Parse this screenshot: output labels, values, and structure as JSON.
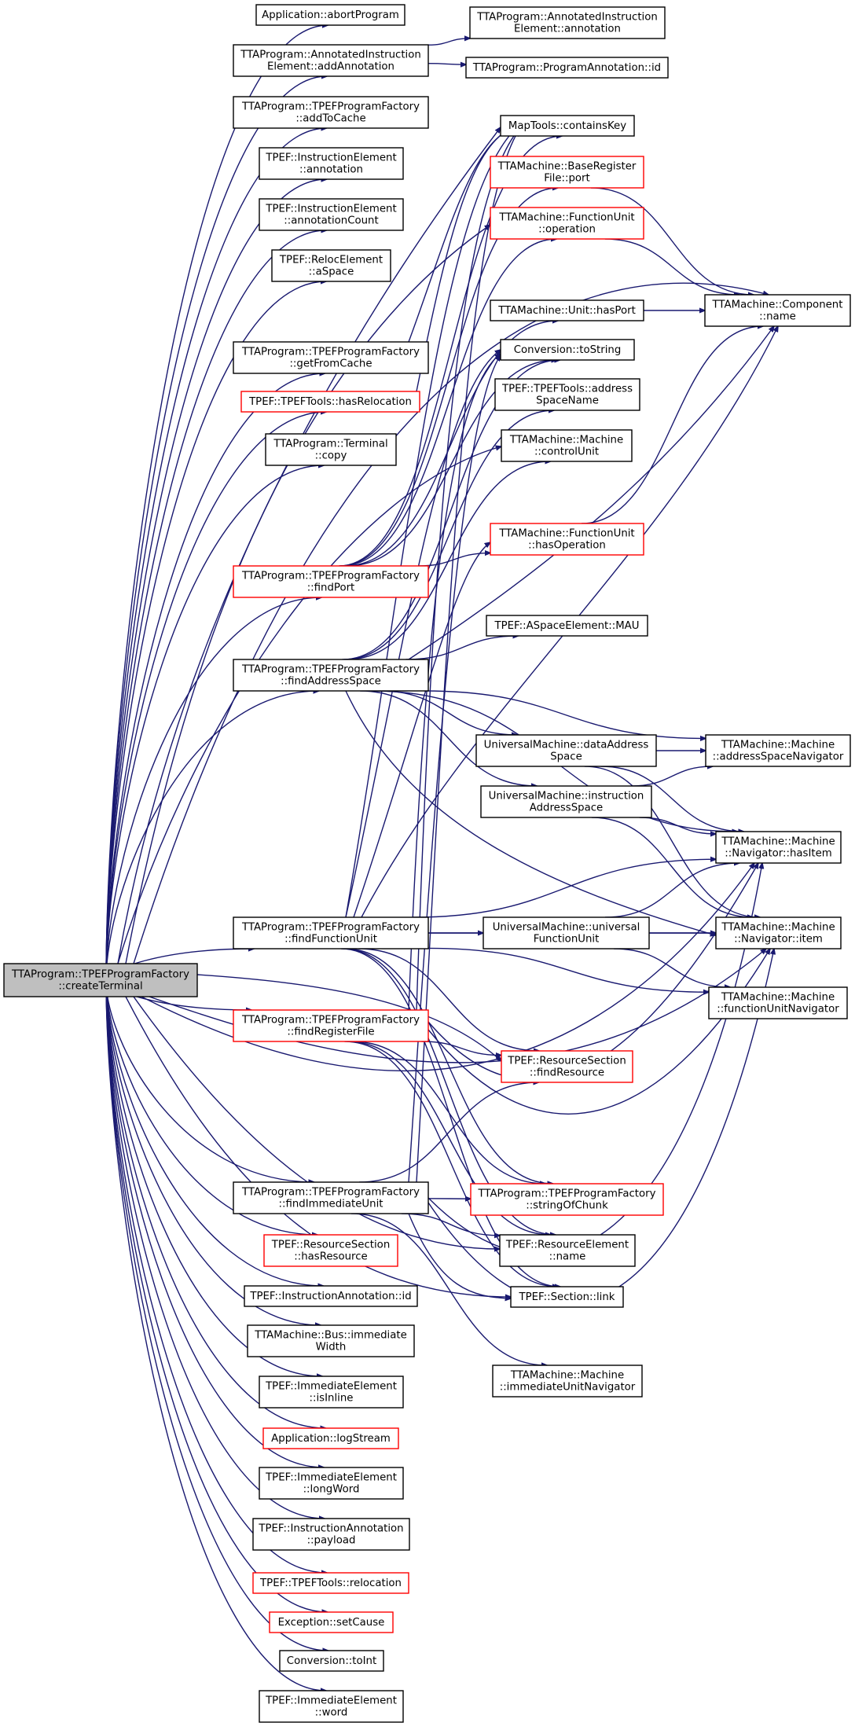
{
  "root": {
    "id": "root",
    "lines": [
      "TTAProgram::TPEFProgramFactory",
      "::createTerminal"
    ]
  },
  "nodes": [
    {
      "id": "abortProgram",
      "lines": [
        "Application::abortProgram"
      ],
      "red": false
    },
    {
      "id": "addAnnotation",
      "lines": [
        "TTAProgram::AnnotatedInstruction",
        "Element::addAnnotation"
      ],
      "red": false
    },
    {
      "id": "annotationElem",
      "lines": [
        "TTAProgram::AnnotatedInstruction",
        "Element::annotation"
      ],
      "red": false
    },
    {
      "id": "progAnnId",
      "lines": [
        "TTAProgram::ProgramAnnotation::id"
      ],
      "red": false
    },
    {
      "id": "addToCache",
      "lines": [
        "TTAProgram::TPEFProgramFactory",
        "::addToCache"
      ],
      "red": false
    },
    {
      "id": "ieAnnotation",
      "lines": [
        "TPEF::InstructionElement",
        "::annotation"
      ],
      "red": false
    },
    {
      "id": "ieAnnotationCount",
      "lines": [
        "TPEF::InstructionElement",
        "::annotationCount"
      ],
      "red": false
    },
    {
      "id": "relocASpace",
      "lines": [
        "TPEF::RelocElement",
        "::aSpace"
      ],
      "red": false
    },
    {
      "id": "getFromCache",
      "lines": [
        "TTAProgram::TPEFProgramFactory",
        "::getFromCache"
      ],
      "red": false
    },
    {
      "id": "hasRelocation",
      "lines": [
        "TPEF::TPEFTools::hasRelocation"
      ],
      "red": true
    },
    {
      "id": "terminalCopy",
      "lines": [
        "TTAProgram::Terminal",
        "::copy"
      ],
      "red": false
    },
    {
      "id": "findPort",
      "lines": [
        "TTAProgram::TPEFProgramFactory",
        "::findPort"
      ],
      "red": true
    },
    {
      "id": "findAddressSpace",
      "lines": [
        "TTAProgram::TPEFProgramFactory",
        "::findAddressSpace"
      ],
      "red": false
    },
    {
      "id": "findFunctionUnit",
      "lines": [
        "TTAProgram::TPEFProgramFactory",
        "::findFunctionUnit"
      ],
      "red": false
    },
    {
      "id": "findRegisterFile",
      "lines": [
        "TTAProgram::TPEFProgramFactory",
        "::findRegisterFile"
      ],
      "red": true
    },
    {
      "id": "findImmediateUnit",
      "lines": [
        "TTAProgram::TPEFProgramFactory",
        "::findImmediateUnit"
      ],
      "red": false
    },
    {
      "id": "hasResource",
      "lines": [
        "TPEF::ResourceSection",
        "::hasResource"
      ],
      "red": true
    },
    {
      "id": "instrAnnId",
      "lines": [
        "TPEF::InstructionAnnotation::id"
      ],
      "red": false
    },
    {
      "id": "busImmWidth",
      "lines": [
        "TTAMachine::Bus::immediate",
        "Width"
      ],
      "red": false
    },
    {
      "id": "isInline",
      "lines": [
        "TPEF::ImmediateElement",
        "::isInline"
      ],
      "red": false
    },
    {
      "id": "logStream",
      "lines": [
        "Application::logStream"
      ],
      "red": true
    },
    {
      "id": "longWord",
      "lines": [
        "TPEF::ImmediateElement",
        "::longWord"
      ],
      "red": false
    },
    {
      "id": "payload",
      "lines": [
        "TPEF::InstructionAnnotation",
        "::payload"
      ],
      "red": false
    },
    {
      "id": "relocation",
      "lines": [
        "TPEF::TPEFTools::relocation"
      ],
      "red": true
    },
    {
      "id": "setCause",
      "lines": [
        "Exception::setCause"
      ],
      "red": true
    },
    {
      "id": "toInt",
      "lines": [
        "Conversion::toInt"
      ],
      "red": false
    },
    {
      "id": "word",
      "lines": [
        "TPEF::ImmediateElement",
        "::word"
      ],
      "red": false
    },
    {
      "id": "containsKey",
      "lines": [
        "MapTools::containsKey"
      ],
      "red": false
    },
    {
      "id": "brfPort",
      "lines": [
        "TTAMachine::BaseRegister",
        "File::port"
      ],
      "red": true
    },
    {
      "id": "fuOperation",
      "lines": [
        "TTAMachine::FunctionUnit",
        "::operation"
      ],
      "red": true
    },
    {
      "id": "unitHasPort",
      "lines": [
        "TTAMachine::Unit::hasPort"
      ],
      "red": false
    },
    {
      "id": "toString",
      "lines": [
        "Conversion::toString"
      ],
      "red": false
    },
    {
      "id": "addrSpaceName",
      "lines": [
        "TPEF::TPEFTools::address",
        "SpaceName"
      ],
      "red": false
    },
    {
      "id": "controlUnit",
      "lines": [
        "TTAMachine::Machine",
        "::controlUnit"
      ],
      "red": false
    },
    {
      "id": "fuHasOperation",
      "lines": [
        "TTAMachine::FunctionUnit",
        "::hasOperation"
      ],
      "red": true
    },
    {
      "id": "mau",
      "lines": [
        "TPEF::ASpaceElement::MAU"
      ],
      "red": false
    },
    {
      "id": "compName",
      "lines": [
        "TTAMachine::Component",
        "::name"
      ],
      "red": false
    },
    {
      "id": "dataAddrSpace",
      "lines": [
        "UniversalMachine::dataAddress",
        "Space"
      ],
      "red": false
    },
    {
      "id": "instrAddrSpace",
      "lines": [
        "UniversalMachine::instruction",
        "AddressSpace"
      ],
      "red": false
    },
    {
      "id": "addrSpaceNav",
      "lines": [
        "TTAMachine::Machine",
        "::addressSpaceNavigator"
      ],
      "red": false
    },
    {
      "id": "navHasItem",
      "lines": [
        "TTAMachine::Machine",
        "::Navigator::hasItem"
      ],
      "red": false
    },
    {
      "id": "universalFU",
      "lines": [
        "UniversalMachine::universal",
        "FunctionUnit"
      ],
      "red": false
    },
    {
      "id": "navItem",
      "lines": [
        "TTAMachine::Machine",
        "::Navigator::item"
      ],
      "red": false
    },
    {
      "id": "fuNav",
      "lines": [
        "TTAMachine::Machine",
        "::functionUnitNavigator"
      ],
      "red": false
    },
    {
      "id": "findResource",
      "lines": [
        "TPEF::ResourceSection",
        "::findResource"
      ],
      "red": true
    },
    {
      "id": "stringOfChunk",
      "lines": [
        "TTAProgram::TPEFProgramFactory",
        "::stringOfChunk"
      ],
      "red": true
    },
    {
      "id": "resElemName",
      "lines": [
        "TPEF::ResourceElement",
        "::name"
      ],
      "red": false
    },
    {
      "id": "sectionLink",
      "lines": [
        "TPEF::Section::link"
      ],
      "red": false
    },
    {
      "id": "immUnitNav",
      "lines": [
        "TTAMachine::Machine",
        "::immediateUnitNavigator"
      ],
      "red": false
    }
  ],
  "edges": [
    [
      "root",
      "abortProgram"
    ],
    [
      "root",
      "addAnnotation"
    ],
    [
      "root",
      "addToCache"
    ],
    [
      "root",
      "ieAnnotation"
    ],
    [
      "root",
      "ieAnnotationCount"
    ],
    [
      "root",
      "relocASpace"
    ],
    [
      "root",
      "getFromCache"
    ],
    [
      "root",
      "hasRelocation"
    ],
    [
      "root",
      "terminalCopy"
    ],
    [
      "root",
      "findPort"
    ],
    [
      "root",
      "findAddressSpace"
    ],
    [
      "root",
      "findFunctionUnit"
    ],
    [
      "root",
      "findRegisterFile"
    ],
    [
      "root",
      "findImmediateUnit"
    ],
    [
      "root",
      "hasResource"
    ],
    [
      "root",
      "instrAnnId"
    ],
    [
      "root",
      "busImmWidth"
    ],
    [
      "root",
      "isInline"
    ],
    [
      "root",
      "logStream"
    ],
    [
      "root",
      "longWord"
    ],
    [
      "root",
      "payload"
    ],
    [
      "root",
      "relocation"
    ],
    [
      "root",
      "setCause"
    ],
    [
      "root",
      "toInt"
    ],
    [
      "root",
      "word"
    ],
    [
      "root",
      "containsKey"
    ],
    [
      "root",
      "fuOperation"
    ],
    [
      "root",
      "compName"
    ],
    [
      "root",
      "controlUnit"
    ],
    [
      "root",
      "findResource"
    ],
    [
      "root",
      "resElemName"
    ],
    [
      "root",
      "sectionLink"
    ],
    [
      "root",
      "navHasItem"
    ],
    [
      "root",
      "navItem"
    ],
    [
      "addAnnotation",
      "annotationElem"
    ],
    [
      "addAnnotation",
      "progAnnId"
    ],
    [
      "getFromCache",
      "containsKey"
    ],
    [
      "hasRelocation",
      "containsKey"
    ],
    [
      "findPort",
      "brfPort"
    ],
    [
      "findPort",
      "fuOperation"
    ],
    [
      "findPort",
      "unitHasPort"
    ],
    [
      "findPort",
      "toString"
    ],
    [
      "findPort",
      "fuHasOperation"
    ],
    [
      "findPort",
      "containsKey"
    ],
    [
      "findAddressSpace",
      "toString"
    ],
    [
      "findAddressSpace",
      "addrSpaceName"
    ],
    [
      "findAddressSpace",
      "controlUnit"
    ],
    [
      "findAddressSpace",
      "mau"
    ],
    [
      "findAddressSpace",
      "dataAddrSpace"
    ],
    [
      "findAddressSpace",
      "instrAddrSpace"
    ],
    [
      "findAddressSpace",
      "addrSpaceNav"
    ],
    [
      "findAddressSpace",
      "navHasItem"
    ],
    [
      "findAddressSpace",
      "navItem"
    ],
    [
      "findAddressSpace",
      "compName"
    ],
    [
      "findFunctionUnit",
      "containsKey"
    ],
    [
      "findFunctionUnit",
      "toString"
    ],
    [
      "findFunctionUnit",
      "fuHasOperation"
    ],
    [
      "findFunctionUnit",
      "universalFU"
    ],
    [
      "findFunctionUnit",
      "navHasItem"
    ],
    [
      "findFunctionUnit",
      "navItem"
    ],
    [
      "findFunctionUnit",
      "fuNav"
    ],
    [
      "findFunctionUnit",
      "findResource"
    ],
    [
      "findFunctionUnit",
      "stringOfChunk"
    ],
    [
      "findFunctionUnit",
      "resElemName"
    ],
    [
      "findFunctionUnit",
      "sectionLink"
    ],
    [
      "findFunctionUnit",
      "compName"
    ],
    [
      "findRegisterFile",
      "findResource"
    ],
    [
      "findRegisterFile",
      "stringOfChunk"
    ],
    [
      "findRegisterFile",
      "resElemName"
    ],
    [
      "findRegisterFile",
      "sectionLink"
    ],
    [
      "findRegisterFile",
      "toString"
    ],
    [
      "findRegisterFile",
      "navItem"
    ],
    [
      "findRegisterFile",
      "containsKey"
    ],
    [
      "findRegisterFile",
      "navHasItem"
    ],
    [
      "findImmediateUnit",
      "findResource"
    ],
    [
      "findImmediateUnit",
      "stringOfChunk"
    ],
    [
      "findImmediateUnit",
      "resElemName"
    ],
    [
      "findImmediateUnit",
      "sectionLink"
    ],
    [
      "findImmediateUnit",
      "immUnitNav"
    ],
    [
      "findImmediateUnit",
      "navHasItem"
    ],
    [
      "findImmediateUnit",
      "navItem"
    ],
    [
      "findImmediateUnit",
      "toString"
    ],
    [
      "findImmediateUnit",
      "containsKey"
    ],
    [
      "brfPort",
      "compName"
    ],
    [
      "fuOperation",
      "compName"
    ],
    [
      "unitHasPort",
      "compName"
    ],
    [
      "fuHasOperation",
      "compName"
    ],
    [
      "dataAddrSpace",
      "addrSpaceNav"
    ],
    [
      "dataAddrSpace",
      "navHasItem"
    ],
    [
      "dataAddrSpace",
      "navItem"
    ],
    [
      "instrAddrSpace",
      "addrSpaceNav"
    ],
    [
      "instrAddrSpace",
      "navHasItem"
    ],
    [
      "instrAddrSpace",
      "navItem"
    ],
    [
      "universalFU",
      "navHasItem"
    ],
    [
      "universalFU",
      "navItem"
    ],
    [
      "universalFU",
      "fuNav"
    ]
  ]
}
